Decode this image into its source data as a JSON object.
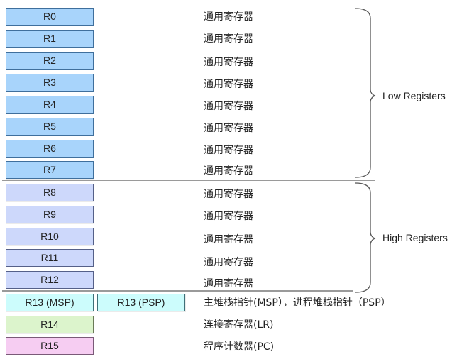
{
  "registers": [
    {
      "name": "R0",
      "desc": "通用寄存器",
      "group": "low"
    },
    {
      "name": "R1",
      "desc": "通用寄存器",
      "group": "low"
    },
    {
      "name": "R2",
      "desc": "通用寄存器",
      "group": "low"
    },
    {
      "name": "R3",
      "desc": "通用寄存器",
      "group": "low"
    },
    {
      "name": "R4",
      "desc": "通用寄存器",
      "group": "low"
    },
    {
      "name": "R5",
      "desc": "通用寄存器",
      "group": "low"
    },
    {
      "name": "R6",
      "desc": "通用寄存器",
      "group": "low"
    },
    {
      "name": "R7",
      "desc": "通用寄存器",
      "group": "low"
    },
    {
      "name": "R8",
      "desc": "通用寄存器",
      "group": "high"
    },
    {
      "name": "R9",
      "desc": "通用寄存器",
      "group": "high"
    },
    {
      "name": "R10",
      "desc": "通用寄存器",
      "group": "high"
    },
    {
      "name": "R11",
      "desc": "通用寄存器",
      "group": "high"
    },
    {
      "name": "R12",
      "desc": "通用寄存器",
      "group": "high"
    },
    {
      "name": "R13 (MSP)",
      "alt_name": "R13 (PSP)",
      "desc": "主堆栈指针(MSP），进程堆栈指针（PSP）",
      "group": "sp"
    },
    {
      "name": "R14",
      "desc": "连接寄存器(LR)",
      "group": "lr"
    },
    {
      "name": "R15",
      "desc": "程序计数器(PC)",
      "group": "pc"
    }
  ],
  "groups": {
    "low": {
      "label": "Low Registers"
    },
    "high": {
      "label": "High Registers"
    }
  },
  "colors": {
    "low": "#a8d4fb",
    "high": "#cdd8fb",
    "sp": "#ccfcfc",
    "lr": "#dcf4cc",
    "pc": "#f6cdf2"
  }
}
